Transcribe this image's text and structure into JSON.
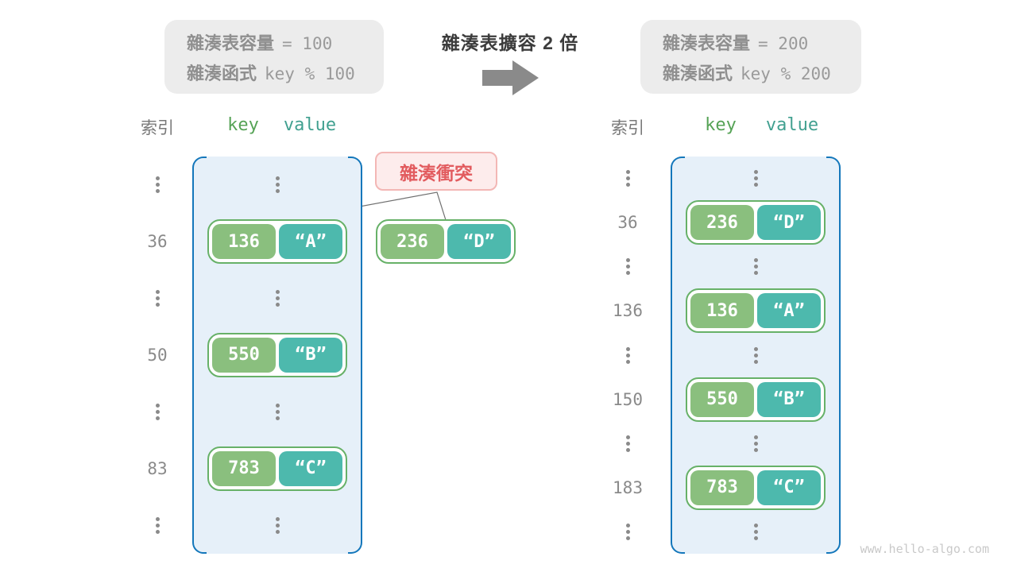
{
  "header": {
    "left_box": {
      "line1_label": "雜湊表容量",
      "line1_code": "=  100",
      "line2_label": "雜湊函式",
      "line2_code": "key % 100"
    },
    "title": "雜湊表擴容  2  倍",
    "arrow_icon": "right-arrow",
    "right_box": {
      "line1_label": "雜湊表容量",
      "line1_code": "=  200",
      "line2_label": "雜湊函式",
      "line2_code": "key % 200"
    }
  },
  "collision": {
    "label": "雜湊衝突"
  },
  "floating_pair": {
    "key": "236",
    "value": "“D”"
  },
  "left_table": {
    "index_header": "索引",
    "key_header": "key",
    "value_header": "value",
    "rows": [
      {
        "type": "dots"
      },
      {
        "type": "pair",
        "index": "36",
        "key": "136",
        "value": "“A”"
      },
      {
        "type": "dots"
      },
      {
        "type": "pair",
        "index": "50",
        "key": "550",
        "value": "“B”"
      },
      {
        "type": "dots"
      },
      {
        "type": "pair",
        "index": "83",
        "key": "783",
        "value": "“C”"
      },
      {
        "type": "dots"
      }
    ]
  },
  "right_table": {
    "index_header": "索引",
    "key_header": "key",
    "value_header": "value",
    "rows": [
      {
        "type": "dots"
      },
      {
        "type": "pair",
        "index": "36",
        "key": "236",
        "value": "“D”"
      },
      {
        "type": "dots"
      },
      {
        "type": "pair",
        "index": "136",
        "key": "136",
        "value": "“A”"
      },
      {
        "type": "dots"
      },
      {
        "type": "pair",
        "index": "150",
        "key": "550",
        "value": "“B”"
      },
      {
        "type": "dots"
      },
      {
        "type": "pair",
        "index": "183",
        "key": "783",
        "value": "“C”"
      },
      {
        "type": "dots"
      }
    ]
  },
  "watermark": "www.hello-algo.com",
  "colors": {
    "bucket_fill": "#e6f0f9",
    "bucket_border": "#1477bb",
    "pair_border": "#67b168",
    "key_cell": "#8abf7e",
    "value_cell": "#4db9ad",
    "collision_text": "#e25c5f",
    "collision_fill": "#fdecec",
    "gray_box": "#ececec",
    "arrow_gray": "#8a8a8a",
    "key_header_green": "#56a356",
    "value_header_teal": "#41a090"
  }
}
